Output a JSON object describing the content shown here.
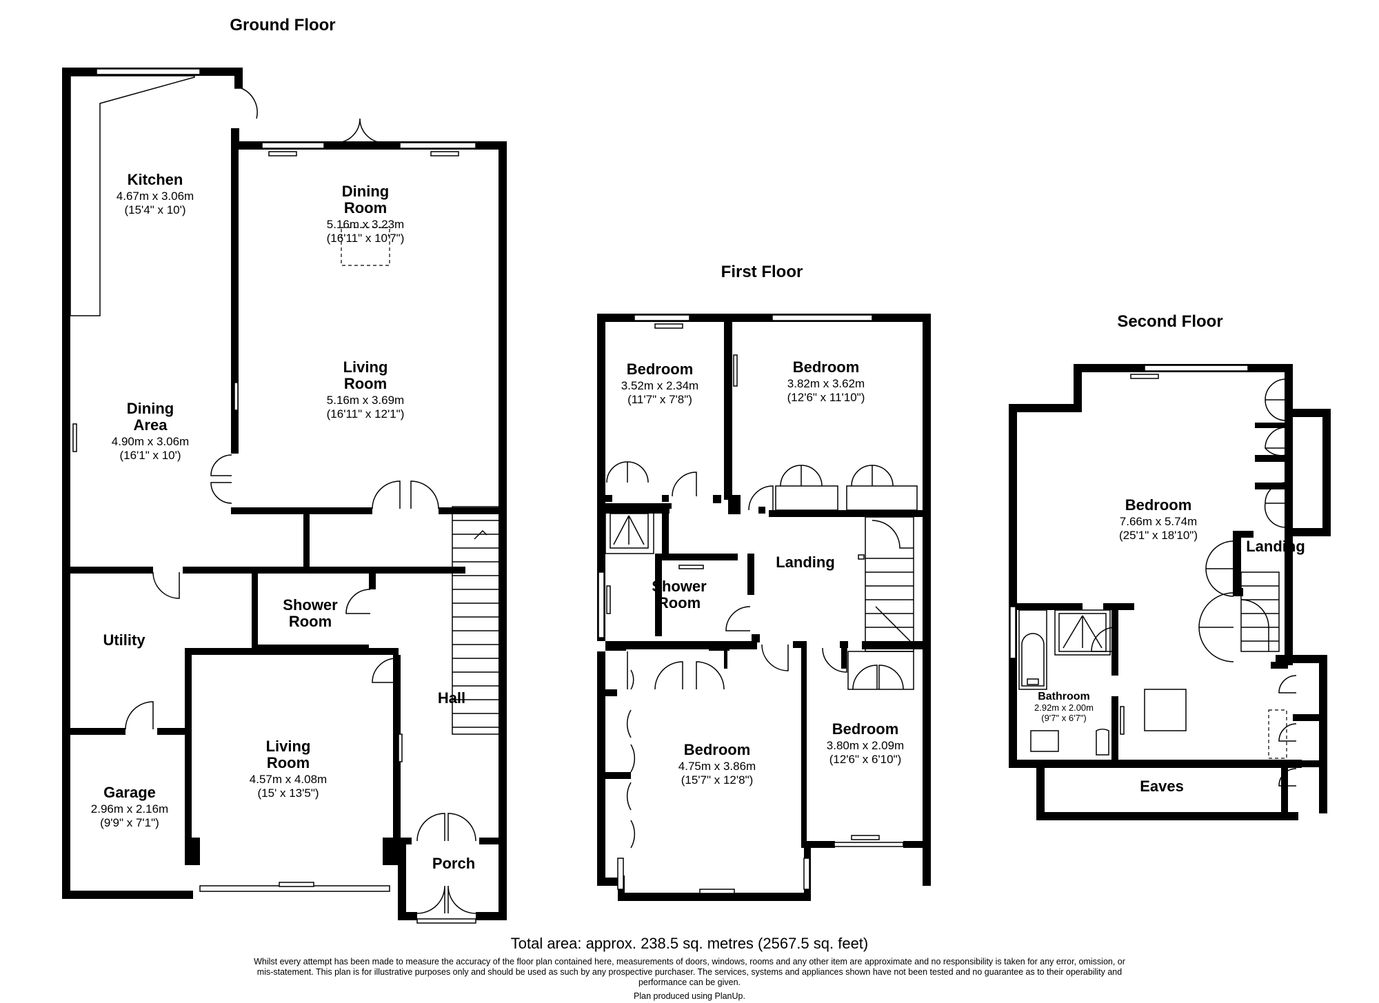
{
  "floors": {
    "ground": {
      "title": "Ground Floor",
      "rooms": {
        "kitchen": {
          "name": "Kitchen",
          "metric": "4.67m x 3.06m",
          "imperial": "(15'4\" x 10')"
        },
        "dining_room": {
          "name1": "Dining",
          "name2": "Room",
          "metric": "5.16m x 3.23m",
          "imperial": "(16'11\" x 10'7\")"
        },
        "living_room_rear": {
          "name1": "Living",
          "name2": "Room",
          "metric": "5.16m x 3.69m",
          "imperial": "(16'11\" x 12'1\")"
        },
        "dining_area": {
          "name1": "Dining",
          "name2": "Area",
          "metric": "4.90m x 3.06m",
          "imperial": "(16'1\" x 10')"
        },
        "shower_room": {
          "name1": "Shower",
          "name2": "Room"
        },
        "utility": {
          "name": "Utility"
        },
        "hall": {
          "name": "Hall"
        },
        "living_room_front": {
          "name1": "Living",
          "name2": "Room",
          "metric": "4.57m x 4.08m",
          "imperial": "(15' x 13'5\")"
        },
        "garage": {
          "name": "Garage",
          "metric": "2.96m x 2.16m",
          "imperial": "(9'9\" x 7'1\")"
        },
        "porch": {
          "name": "Porch"
        }
      }
    },
    "first": {
      "title": "First Floor",
      "rooms": {
        "bedroom_a": {
          "name": "Bedroom",
          "metric": "3.52m x 2.34m",
          "imperial": "(11'7\" x 7'8\")"
        },
        "bedroom_b": {
          "name": "Bedroom",
          "metric": "3.82m x 3.62m",
          "imperial": "(12'6\" x 11'10\")"
        },
        "landing": {
          "name": "Landing"
        },
        "shower_room": {
          "name1": "Shower",
          "name2": "Room"
        },
        "bedroom_c": {
          "name": "Bedroom",
          "metric": "4.75m x 3.86m",
          "imperial": "(15'7\" x 12'8\")"
        },
        "bedroom_d": {
          "name": "Bedroom",
          "metric": "3.80m x 2.09m",
          "imperial": "(12'6\" x 6'10\")"
        }
      }
    },
    "second": {
      "title": "Second Floor",
      "rooms": {
        "bedroom": {
          "name": "Bedroom",
          "metric": "7.66m x 5.74m",
          "imperial": "(25'1\" x 18'10\")"
        },
        "landing": {
          "name": "Landing"
        },
        "bathroom": {
          "name": "Bathroom",
          "metric": "2.92m x 2.00m",
          "imperial": "(9'7\" x 6'7\")"
        },
        "eaves": {
          "name": "Eaves"
        }
      }
    }
  },
  "footer": {
    "total_area": "Total area: approx. 238.5 sq. metres (2567.5 sq. feet)",
    "disclaimer": "Whilst every attempt has been made to measure the accuracy of the floor plan contained here, measurements of doors, windows, rooms and any other item are approximate and no responsibility is taken for any error, omission, or mis-statement.  This plan is for illustrative purposes only and should be used as such by any prospective purchaser.  The services, systems and appliances shown have not been tested and no guarantee as to their operability and performance can be given.",
    "produced_by": "Plan produced using PlanUp."
  }
}
